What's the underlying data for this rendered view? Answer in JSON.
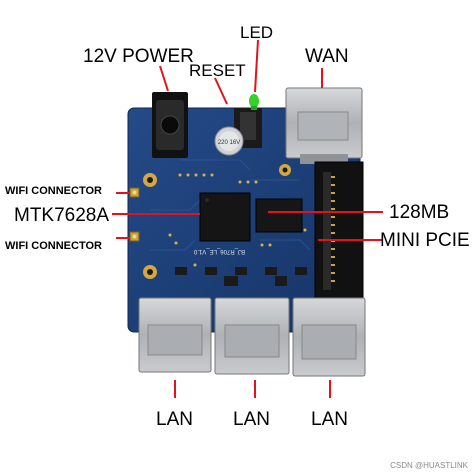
{
  "labels": {
    "led": "LED",
    "power": "12V POWER",
    "reset": "RESET",
    "wan": "WAN",
    "wifi_top": "WIFI CONNECTOR",
    "wifi_bottom": "WIFI CONNECTOR",
    "mtk": "MTK7628A",
    "mem": "128MB",
    "pcie": "MINI PCIE",
    "lan1": "LAN",
    "lan2": "LAN",
    "lan3": "LAN"
  },
  "silkscreen": {
    "cap": "220 16V",
    "pcb_code": "BJ_R706_LE_V1.0"
  },
  "watermark": "CSDN @HUASTLINK",
  "colors": {
    "pcb": "#1c3e78",
    "label_line": "#e0141e",
    "led": "#36d12a",
    "metal": "#b9bcc0"
  }
}
